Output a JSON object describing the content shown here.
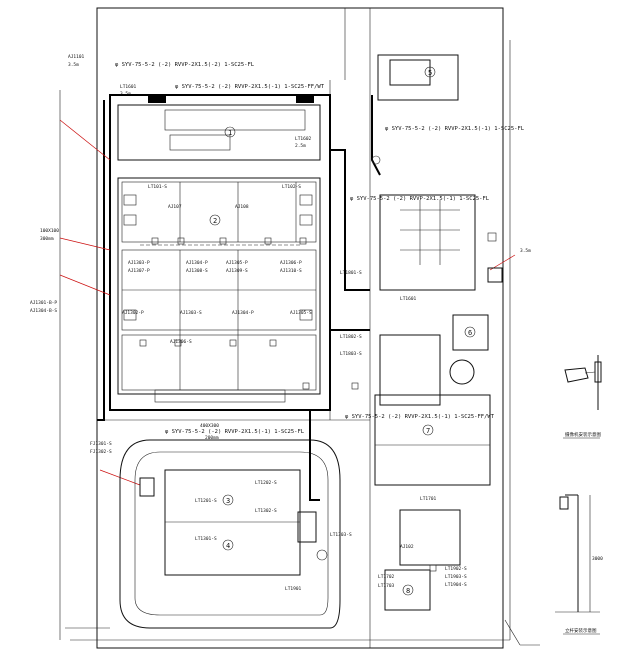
{
  "cables": {
    "top": "φ SYV-75-5-2 (-2) RVVP-2X1.5(-2) 1-SC25-FL",
    "top2": "φ SYV-75-5-2 (-2) RVVP-2X1.5(-1) 1-SC25-FF/WT",
    "right_top": "φ SYV-75-5-2 (-2) RVVP-2X1.5(-1) 1-SC25-FL",
    "mid": "φ SYV-75-5-2 (-2) RVVP-2X1.5(-1) 1-SC25-FL",
    "mid_right": "φ SYV-75-5-2 (-2) RVVP-2X1.5(-1) 1-SC25-FF/WT",
    "lower": "φ SYV-75-5-2 (-2) RVVP-2X1.5(-1) 1-SC25-FL"
  },
  "labels": {
    "top_left": "AJ1101",
    "top_left2": "AJ102",
    "dist_1": "LT1601",
    "dist_2": "LT1602",
    "cam_a": "AJ107",
    "cam_b": "AJ108",
    "l1": "LT101-S",
    "l2": "LT102-S",
    "m1": "AJ1303-P",
    "m2": "AJ1304-P",
    "m3": "AJ1305-P",
    "m4": "AJ1306-P",
    "m5": "AJ1307-P",
    "m6": "AJ1308-S",
    "m7": "AJ1309-S",
    "m8": "AJ1310-S",
    "side1": "AJ1301-B-P",
    "side2": "AJ1304-B-S",
    "low1": "AJ1302-P",
    "low2": "AJ1303-S",
    "low3": "AJ1304-P",
    "low4": "AJ1305-S",
    "low5": "AJ1306-S",
    "r1": "LT1801-S",
    "r2": "LT1802-S",
    "r3": "LT1803-S",
    "r4": "LT1601",
    "r5": "LT1701",
    "r6": "LT1702",
    "r7": "LT1703",
    "b1": "FJ1301-S",
    "b2": "FJ1302-S",
    "b3": "LT1201-S",
    "b4": "LT1202-S",
    "b5": "LT1301-S",
    "b6": "LT1302-S",
    "b7": "LT1303-S",
    "b8": "LT1901",
    "b9": "LT1902-S",
    "b10": "LT1903-S",
    "b11": "LT1904-S",
    "height1": "3.5m",
    "height2": "3.5m",
    "height3": "2.5m",
    "height4": "3.5m",
    "size1": "100X100",
    "size2": "300mm",
    "size3": "400X300",
    "size4": "200mm",
    "n1": "1",
    "n2": "2",
    "n3": "3",
    "n4": "4",
    "n5": "5",
    "n6": "6",
    "n7": "7",
    "n8": "8"
  },
  "detail": {
    "title_top": "摄像机安装示意图",
    "title_bottom": "立杆安装示意图",
    "dim": "3000"
  }
}
